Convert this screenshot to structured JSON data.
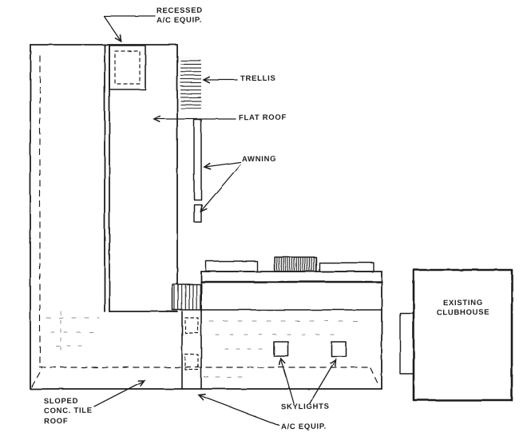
{
  "sketch": {
    "labels": {
      "recessed_ac": "RECESSED\nA/C EQUIP.",
      "trellis": "TRELLIS",
      "flat_roof": "FLAT ROOF",
      "awning": "AWNING",
      "sloped_roof": "SLOPED\nCONC. TILE\nROOF",
      "skylights": "SKYLIGHTS",
      "ac_equip": "A/C EQUIP.",
      "existing_clubhouse": "EXISTING\nCLUBHOUSE"
    },
    "colors": {
      "ink": "#1f1f1f",
      "paper": "#ffffff"
    }
  }
}
